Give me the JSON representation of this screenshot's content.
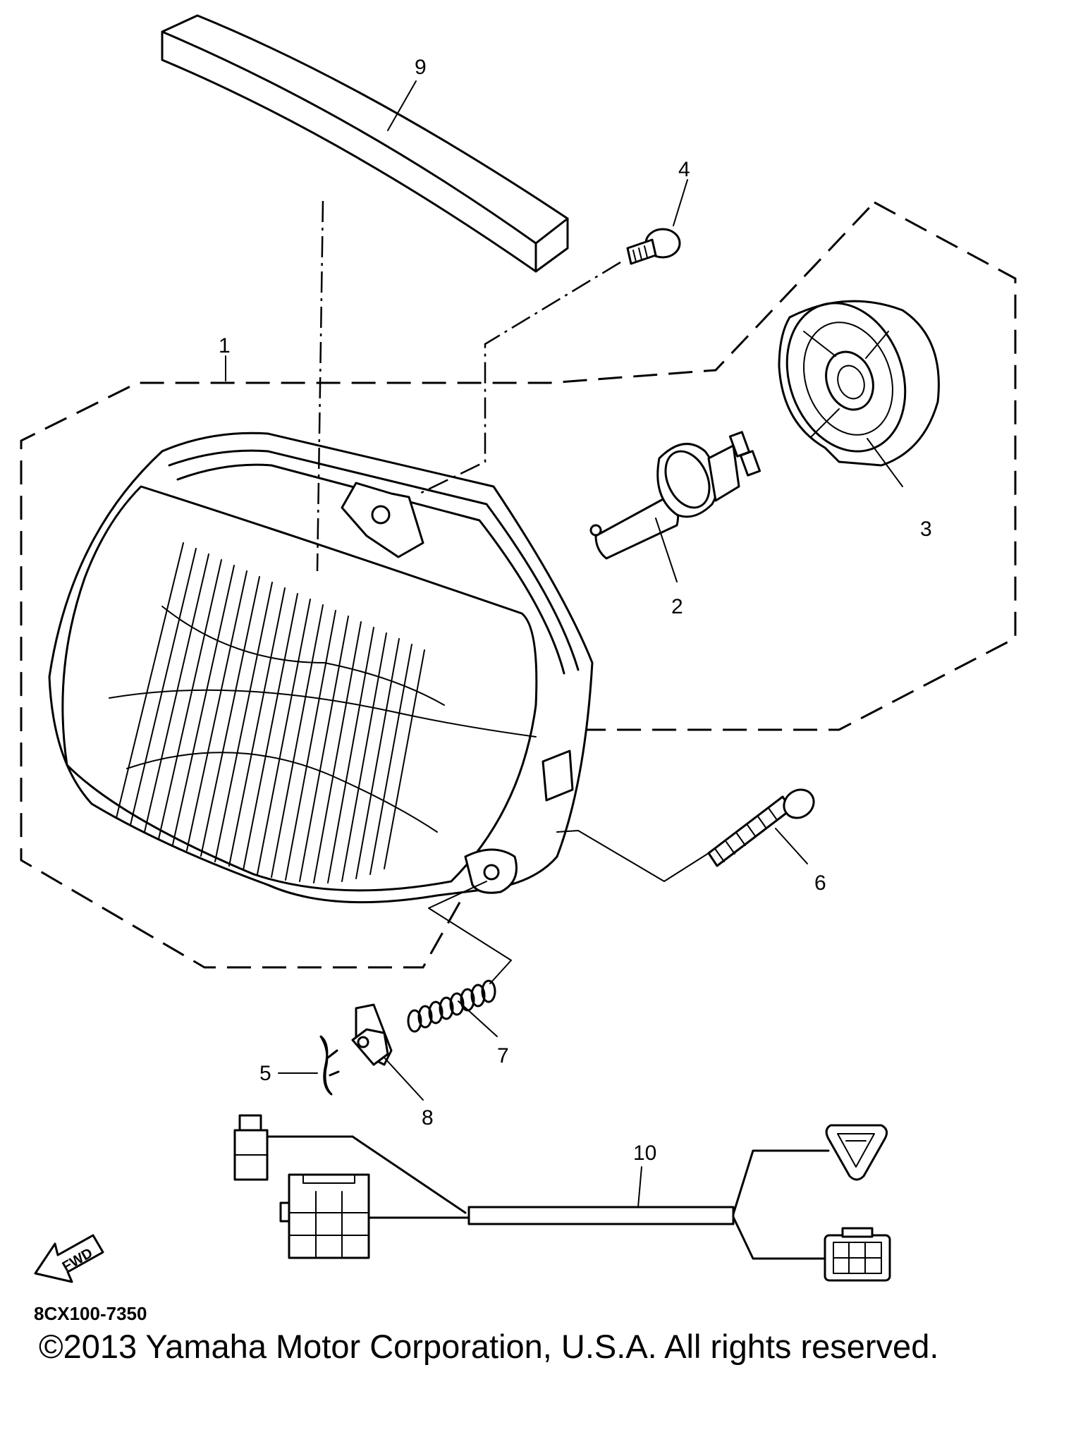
{
  "diagram": {
    "callouts": {
      "part_1": "1",
      "part_2": "2",
      "part_3": "3",
      "part_4": "4",
      "part_5": "5",
      "part_6": "6",
      "part_7": "7",
      "part_8": "8",
      "part_9": "9",
      "part_10": "10"
    },
    "fwd_label": "FWD",
    "diagram_code": "8CX100-7350"
  },
  "footer": {
    "copyright": "©2013 Yamaha Motor Corporation, U.S.A. All rights reserved."
  },
  "colors": {
    "ink": "#000000",
    "paper": "#ffffff"
  }
}
